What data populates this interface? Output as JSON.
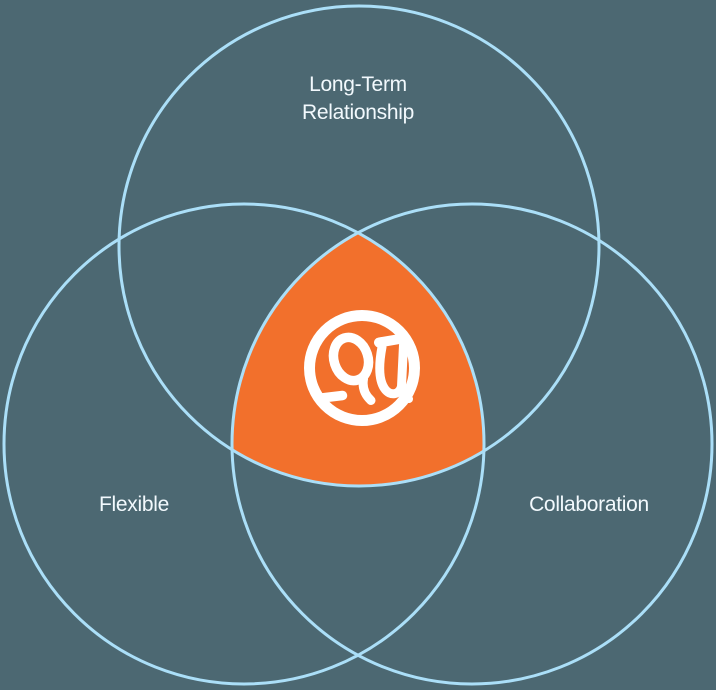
{
  "colors": {
    "background": "#4C6872",
    "circle-stroke": "#ABDFF8",
    "intersection-fill": "#F2702C",
    "label-text": "#F2F9FD",
    "logo": "#FFFFFF"
  },
  "diagram": {
    "type": "venn-3-circles",
    "labels": {
      "top": [
        "Long-Term",
        "Relationship"
      ],
      "bottom_left": "Flexible",
      "bottom_right": "Collaboration"
    },
    "center": {
      "icon": "monogram-logo-in-ring"
    }
  }
}
